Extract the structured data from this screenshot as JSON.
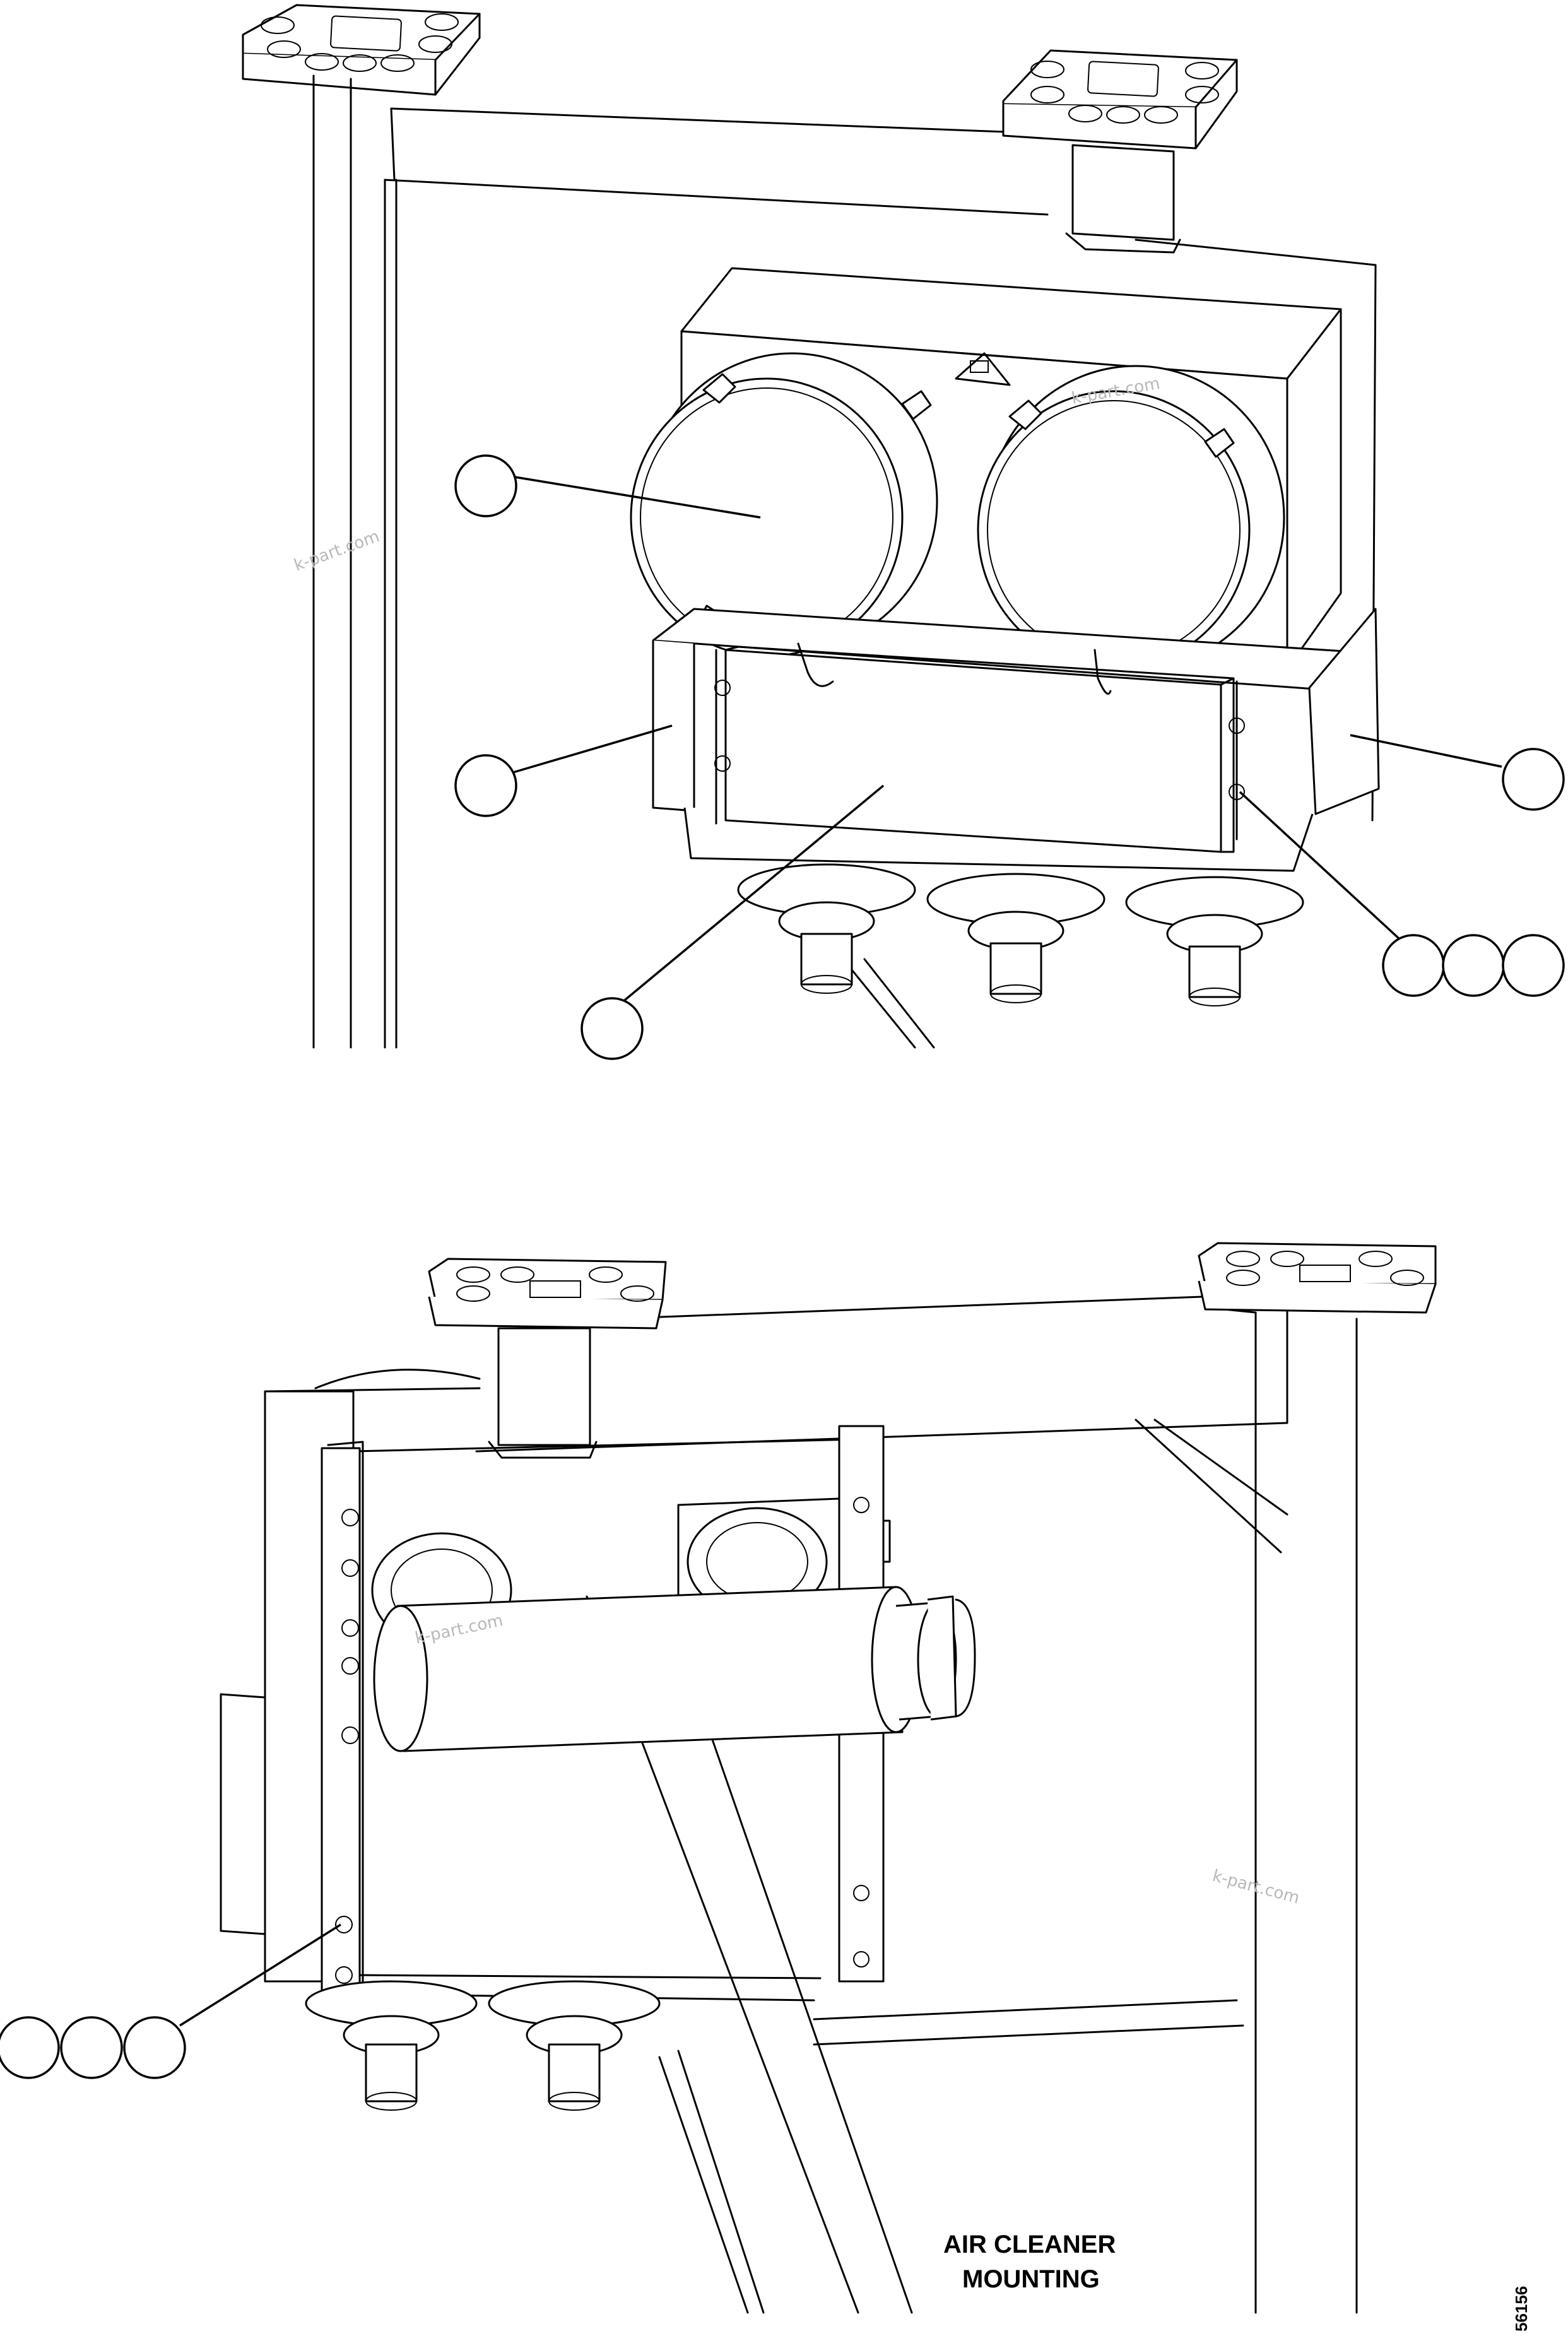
{
  "caption": {
    "line1": "AIR CLEANER",
    "line2": "MOUNTING"
  },
  "drawing_code": "56156",
  "watermark": "k-part.com"
}
